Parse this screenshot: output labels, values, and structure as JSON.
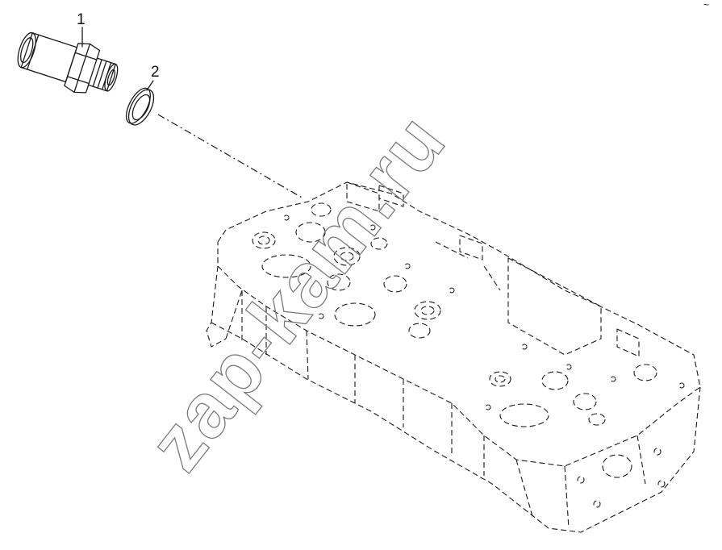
{
  "callouts": [
    {
      "number": "1",
      "part": "threaded-connector"
    },
    {
      "number": "2",
      "part": "sealing-washer"
    }
  ],
  "watermark": "zap-kam.ru",
  "corner_mark": "~"
}
